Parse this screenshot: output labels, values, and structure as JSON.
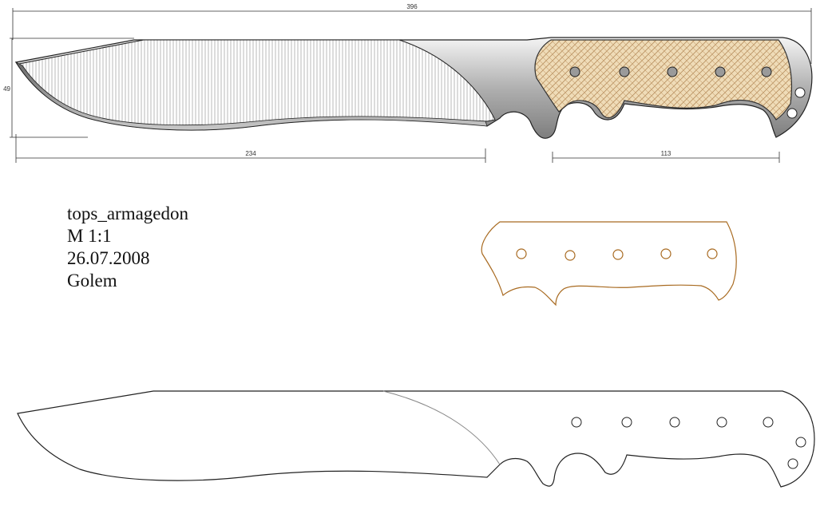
{
  "dimensions": {
    "overall_length": "396",
    "blade_length": "234",
    "handle_length": "113",
    "blade_height": "49"
  },
  "title_block": {
    "model": "tops_armagedon",
    "scale": "M 1:1",
    "date": "26.07.2008",
    "author": "Golem"
  },
  "colors": {
    "line": "#222222",
    "dimension_line": "#333333",
    "handle_scale_fill": "#efdcb8",
    "handle_scale_outline": "#a86a20",
    "steel_light": "#f2f2f2",
    "steel_dark": "#8a8a8a"
  }
}
